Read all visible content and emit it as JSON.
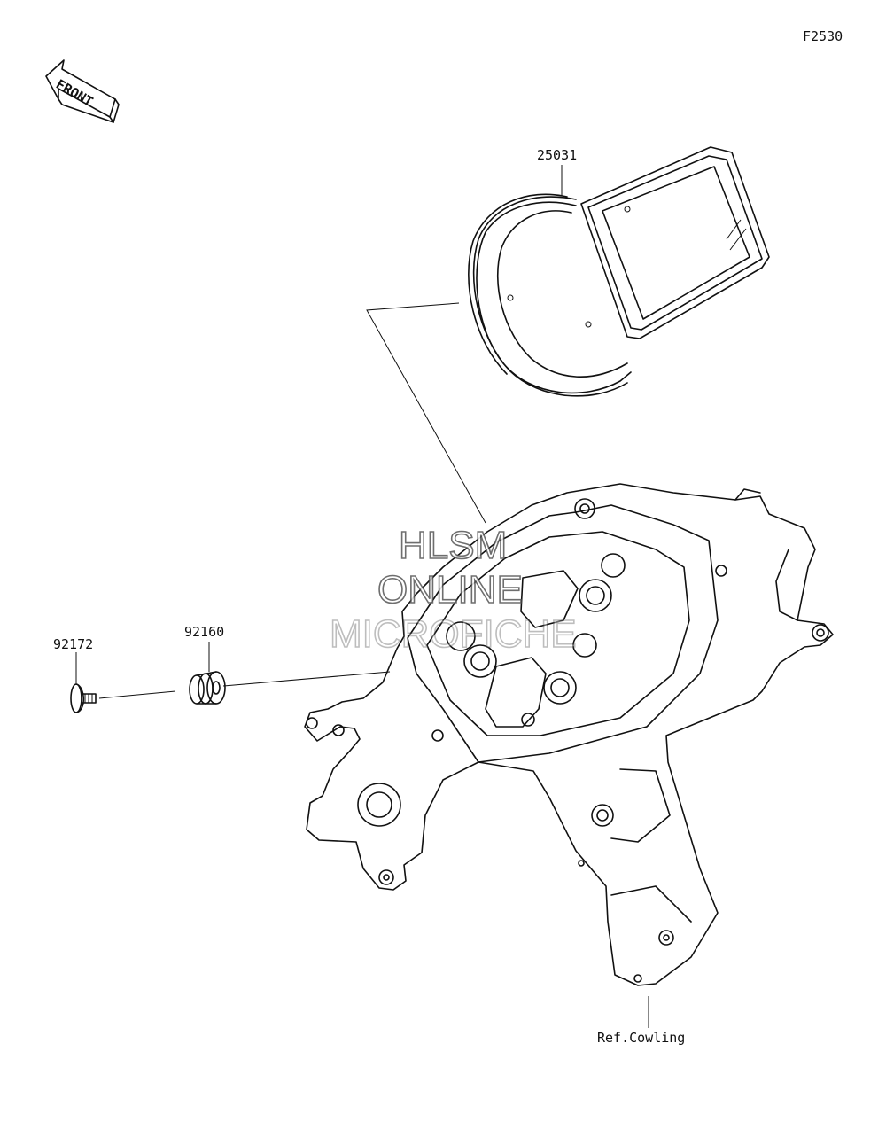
{
  "diagram": {
    "code": "F2530",
    "front_label": "FRONT",
    "parts": [
      {
        "number": "25031"
      },
      {
        "number": "92160"
      },
      {
        "number": "92172"
      }
    ],
    "reference": "Ref.Cowling",
    "watermark": [
      "HLSM",
      "ONLINE",
      "MICROFICHE"
    ]
  }
}
